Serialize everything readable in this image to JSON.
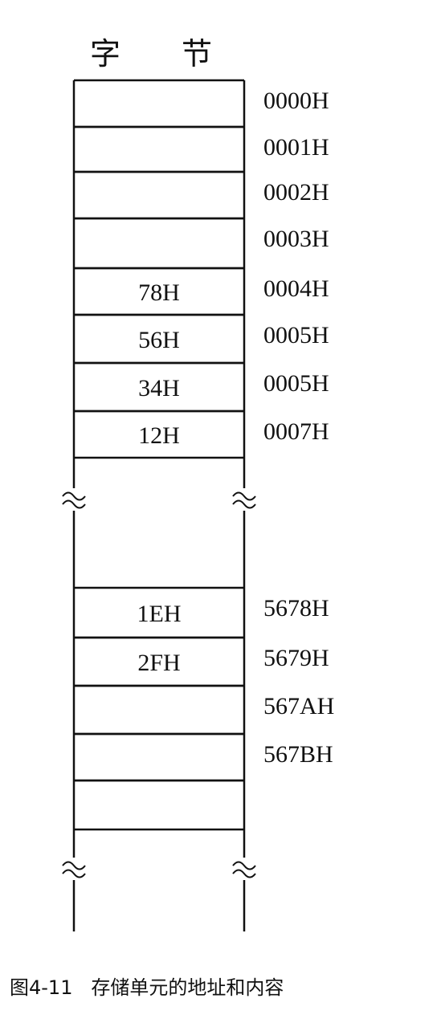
{
  "header": {
    "char1": "字",
    "char2": "节"
  },
  "cells": [
    {
      "address": "0000H",
      "value": ""
    },
    {
      "address": "0001H",
      "value": ""
    },
    {
      "address": "0002H",
      "value": ""
    },
    {
      "address": "0003H",
      "value": ""
    },
    {
      "address": "0004H",
      "value": "78H"
    },
    {
      "address": "0005H",
      "value": "56H"
    },
    {
      "address": "0005H",
      "value": "34H"
    },
    {
      "address": "0007H",
      "value": "12H"
    },
    {
      "address": "5678H",
      "value": "1EH"
    },
    {
      "address": "5679H",
      "value": "2FH"
    },
    {
      "address": "567AH",
      "value": ""
    },
    {
      "address": "567BH",
      "value": ""
    },
    {
      "address": "",
      "value": ""
    }
  ],
  "caption": "图4-11   存储单元的地址和内容"
}
